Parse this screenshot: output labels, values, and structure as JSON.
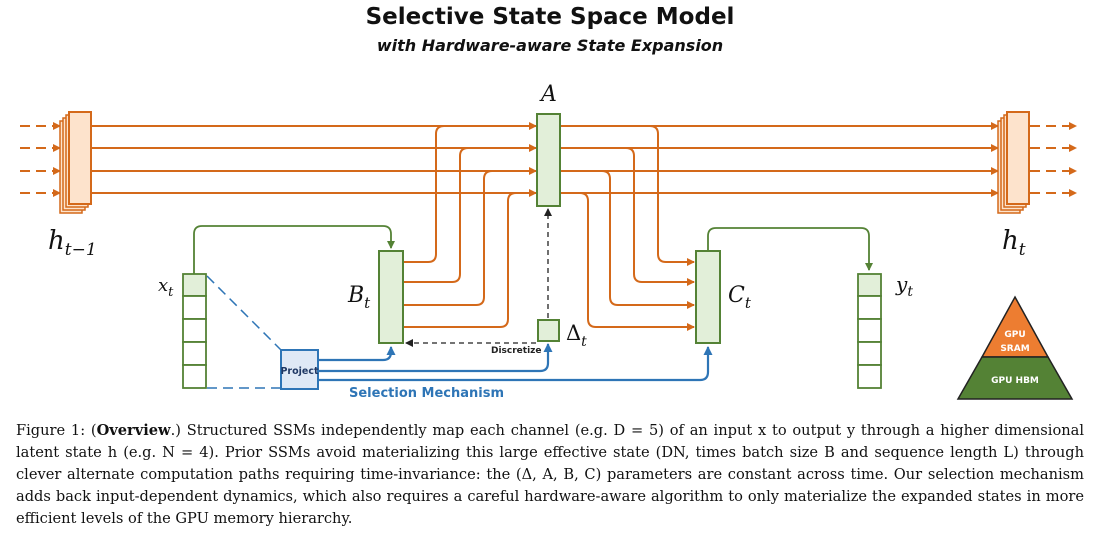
{
  "title": "Selective State Space Model",
  "subtitle": "with Hardware-aware State Expansion",
  "labels": {
    "A": "A",
    "h_prev_main": "h",
    "h_prev_sub": "t−1",
    "h_next_main": "h",
    "h_next_sub": "t",
    "x_main": "x",
    "x_sub": "t",
    "B_main": "B",
    "B_sub": "t",
    "C_main": "C",
    "C_sub": "t",
    "y_main": "y",
    "y_sub": "t",
    "delta_main": "Δ",
    "delta_sub": "t",
    "discretize": "Discretize",
    "project": "Project",
    "selection": "Selection Mechanism"
  },
  "pyramid": {
    "top_line1": "GPU",
    "top_line2": "SRAM",
    "bottom": "GPU HBM",
    "top_color": "#ed7d31",
    "bottom_color": "#548235"
  },
  "colors": {
    "orange": "#d4691a",
    "orange_fill": "#fde3cc",
    "green": "#548235",
    "green_fill": "#e2efd9",
    "blue": "#2e75b6",
    "blue_fill": "#dfe9f6"
  },
  "caption": {
    "prefix": "Figure 1: (",
    "bold": "Overview",
    "rest": ".) Structured SSMs independently map each channel (e.g. D = 5) of an input x to output y through a higher dimensional latent state h (e.g. N = 4). Prior SSMs avoid materializing this large effective state (DN, times batch size B and sequence length L) through clever alternate computation paths requiring time-invariance: the (Δ, A, B, C) parameters are constant across time. Our selection mechanism adds back input-dependent dynamics, which also requires a careful hardware-aware algorithm to only materialize the expanded states in more efficient levels of the GPU memory hierarchy."
  }
}
